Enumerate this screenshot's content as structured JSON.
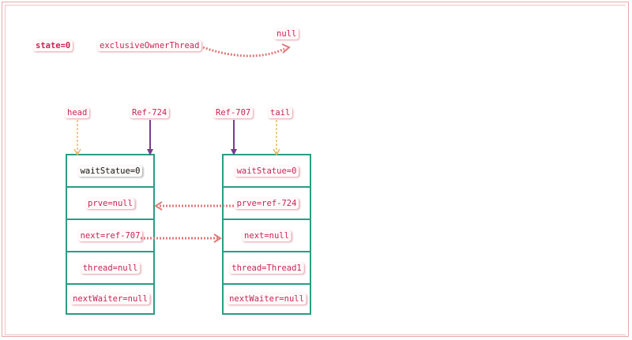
{
  "top": {
    "state": "state=0",
    "owner": "exclusiveOwnerThread",
    "owner_value": "null"
  },
  "pointers": {
    "head": "head",
    "ref_left": "Ref-724",
    "ref_right": "Ref-707",
    "tail": "tail"
  },
  "left_node": {
    "wait_status": "waitStatue=0",
    "prev": "prve=null",
    "next": "next=ref-707",
    "thread": "thread=null",
    "next_waiter": "nextWaiter=null"
  },
  "right_node": {
    "wait_status": "waitStatue=0",
    "prev": "prve=ref-724",
    "next": "next=null",
    "thread": "thread=Thread1",
    "next_waiter": "nextWaiter=null"
  },
  "colors": {
    "border": "#2a9d84",
    "text": "#c8245a",
    "head_tail_arrow": "#e8b86a",
    "ref_arrow": "#7a3d8c",
    "link_arrow": "#e07a7a"
  }
}
